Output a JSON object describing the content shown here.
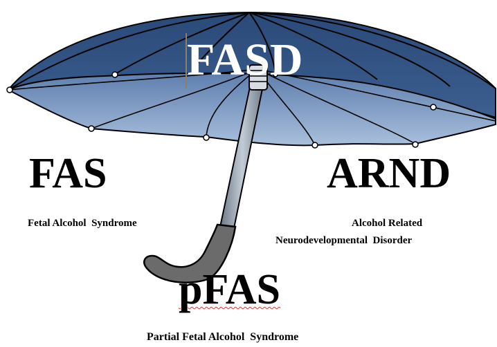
{
  "diagram": {
    "umbrella_label": "FASD",
    "categories": [
      {
        "abbr": "FAS",
        "full": "Fetal Alcohol  Syndrome"
      },
      {
        "abbr": "ARND",
        "full_line1": "Alcohol Related",
        "full_line2": "Neurodevelopmental  Disorder"
      },
      {
        "abbr": "pFAS",
        "full": "Partial Fetal Alcohol  Syndrome"
      }
    ]
  },
  "colors": {
    "canopy_dark": "#1f3a63",
    "canopy_light": "#7f9dc4",
    "shaft": "#8d9aa6",
    "handle": "#6b6b6b"
  }
}
